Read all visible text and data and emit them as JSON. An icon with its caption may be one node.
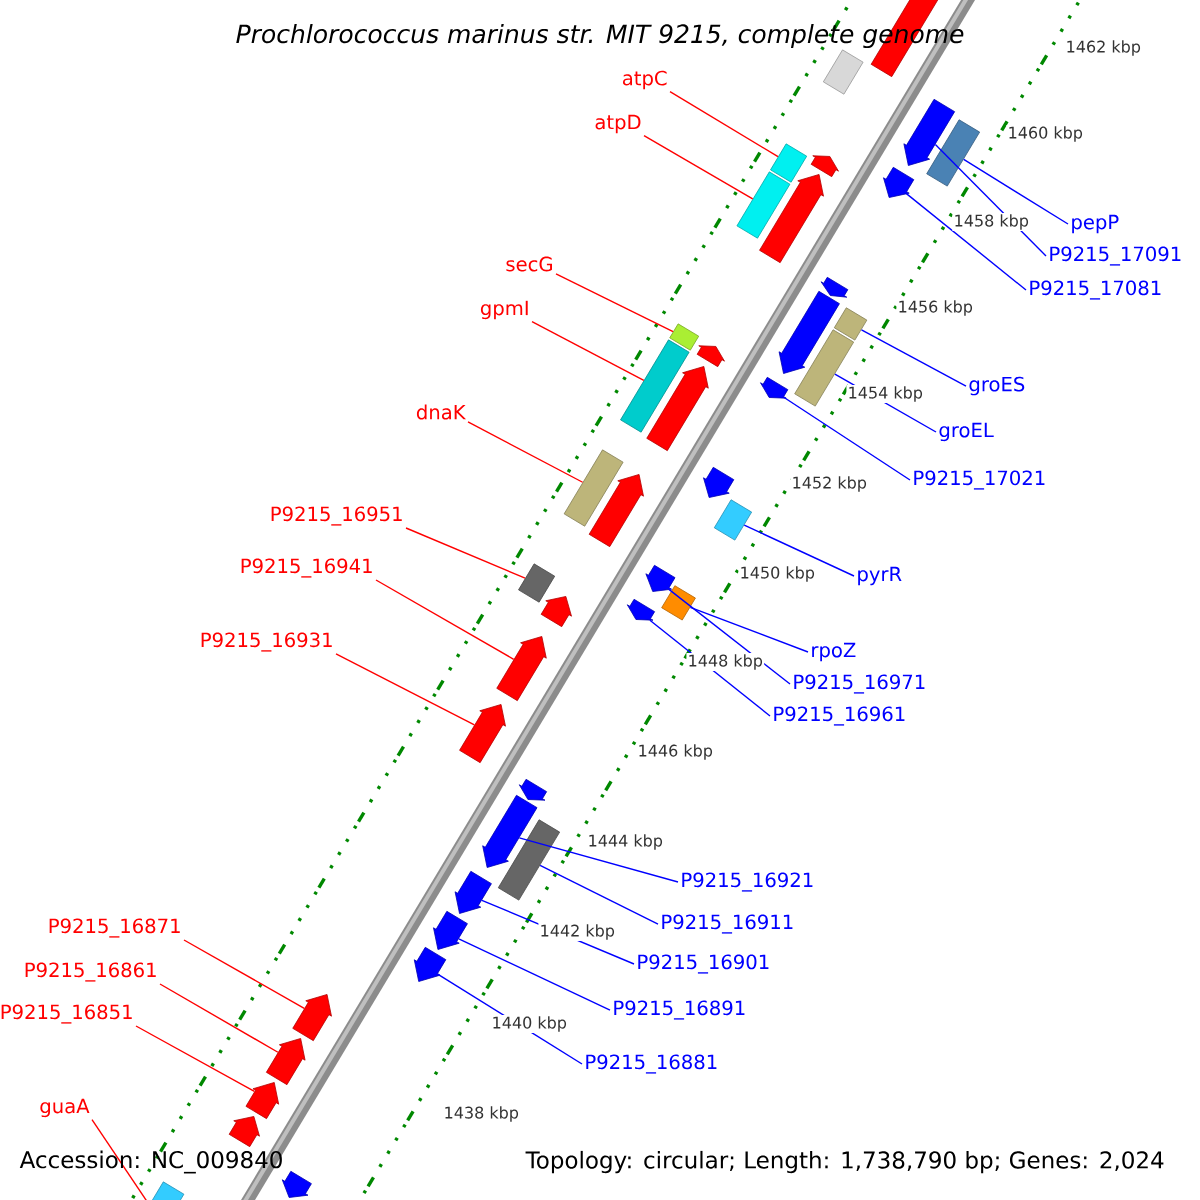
{
  "diagram": {
    "title": "Prochlorococcus marinus str. MIT 9215, complete genome",
    "nodes": [
      {
        "text": [
          "atpC"
        ]
      },
      {
        "text": [
          "atpD"
        ]
      },
      {
        "text": [
          "secG"
        ]
      },
      {
        "text": [
          "gpmI"
        ]
      },
      {
        "text": [
          "dnaK"
        ]
      },
      {
        "text": [
          "P9215_16951"
        ]
      },
      {
        "text": [
          "P9215_16941"
        ]
      },
      {
        "text": [
          "P9215_16931"
        ]
      },
      {
        "text": [
          "P9215_16871"
        ]
      },
      {
        "text": [
          "P9215_16861"
        ]
      },
      {
        "text": [
          "P9215_16851"
        ]
      },
      {
        "text": [
          "guaA"
        ]
      },
      {
        "text": [
          "pepP"
        ]
      },
      {
        "text": [
          "P9215_17091"
        ]
      },
      {
        "text": [
          "P9215_17081"
        ]
      },
      {
        "text": [
          "groES"
        ]
      },
      {
        "text": [
          "groEL"
        ]
      },
      {
        "text": [
          "P9215_17021"
        ]
      },
      {
        "text": [
          "pyrR"
        ]
      },
      {
        "text": [
          "rpoZ"
        ]
      },
      {
        "text": [
          "P9215_16971"
        ]
      },
      {
        "text": [
          "P9215_16961"
        ]
      },
      {
        "text": [
          "P9215_16921"
        ]
      },
      {
        "text": [
          "P9215_16911"
        ]
      },
      {
        "text": [
          "P9215_16901"
        ]
      },
      {
        "text": [
          "P9215_16891"
        ]
      },
      {
        "text": [
          "P9215_16881"
        ]
      },
      {
        "text": [],
        "shape": "box"
      },
      {
        "text": [],
        "shape": "arrow"
      },
      {
        "text": [],
        "shape": "box"
      },
      {
        "text": [],
        "shape": "box"
      },
      {
        "text": [],
        "shape": "arrow"
      },
      {
        "text": [],
        "shape": "arrow"
      },
      {
        "text": [],
        "shape": "box"
      },
      {
        "text": [],
        "shape": "box"
      },
      {
        "text": [],
        "shape": "arrow"
      },
      {
        "text": [],
        "shape": "arrow"
      },
      {
        "text": [],
        "shape": "box"
      },
      {
        "text": [],
        "shape": "arrow"
      },
      {
        "text": [],
        "shape": "box"
      },
      {
        "text": [],
        "shape": "arrow"
      },
      {
        "text": [],
        "shape": "arrow"
      },
      {
        "text": [],
        "shape": "arrow"
      },
      {
        "text": [],
        "shape": "arrow"
      },
      {
        "text": [],
        "shape": "arrow"
      },
      {
        "text": [],
        "shape": "arrow"
      },
      {
        "text": [],
        "shape": "arrow"
      },
      {
        "text": [],
        "shape": "box"
      },
      {
        "text": [],
        "shape": "arrow"
      },
      {
        "text": [],
        "shape": "arrow"
      },
      {
        "text": [],
        "shape": "box"
      },
      {
        "text": [],
        "shape": "arrow"
      },
      {
        "text": [],
        "shape": "arrow"
      },
      {
        "text": [],
        "shape": "arrow"
      },
      {
        "text": [],
        "shape": "box"
      },
      {
        "text": [],
        "shape": "box"
      },
      {
        "text": [],
        "shape": "arrow"
      },
      {
        "text": [],
        "shape": "box"
      },
      {
        "text": [],
        "shape": "arrow"
      },
      {
        "text": [],
        "shape": "arrow"
      },
      {
        "text": [],
        "shape": "box"
      },
      {
        "text": [],
        "shape": "arrow"
      },
      {
        "text": [],
        "shape": "arrow"
      },
      {
        "text": [],
        "shape": "arrow"
      },
      {
        "text": [],
        "shape": "arrow"
      },
      {
        "text": [],
        "shape": "arrow"
      },
      {
        "text": [],
        "shape": "box"
      },
      {
        "text": [],
        "shape": "arrow"
      }
    ],
    "edges": [
      {
        "from": 0,
        "to": 29,
        "arrow": "none",
        "color": "#ff0000"
      },
      {
        "from": 1,
        "to": 30,
        "arrow": "none",
        "color": "#ff0000"
      },
      {
        "from": 2,
        "to": 33,
        "arrow": "none",
        "color": "#ff0000"
      },
      {
        "from": 3,
        "to": 34,
        "arrow": "none",
        "color": "#ff0000"
      },
      {
        "from": 4,
        "to": 37,
        "arrow": "none",
        "color": "#ff0000"
      },
      {
        "from": 5,
        "to": 39,
        "arrow": "none",
        "color": "#ff0000"
      },
      {
        "from": 6,
        "to": 41,
        "arrow": "none",
        "color": "#ff0000"
      },
      {
        "from": 7,
        "to": 42,
        "arrow": "none",
        "color": "#ff0000"
      },
      {
        "from": 8,
        "to": 43,
        "arrow": "none",
        "color": "#ff0000"
      },
      {
        "from": 9,
        "to": 44,
        "arrow": "none",
        "color": "#ff0000"
      },
      {
        "from": 10,
        "to": 45,
        "arrow": "none",
        "color": "#ff0000"
      },
      {
        "from": 11,
        "to": 47,
        "arrow": "none",
        "color": "#ff0000"
      },
      {
        "from": 12,
        "to": 50,
        "arrow": "none"
      },
      {
        "from": 13,
        "to": 48,
        "arrow": "none"
      },
      {
        "from": 14,
        "to": 49,
        "arrow": "none"
      },
      {
        "from": 15,
        "to": 54,
        "arrow": "none"
      },
      {
        "from": 16,
        "to": 55,
        "arrow": "none"
      },
      {
        "from": 17,
        "to": 53,
        "arrow": "none"
      },
      {
        "from": 18,
        "to": 57,
        "arrow": "none"
      },
      {
        "from": 19,
        "to": 60,
        "arrow": "none"
      },
      {
        "from": 20,
        "to": 58,
        "arrow": "none"
      },
      {
        "from": 21,
        "to": 59,
        "arrow": "none"
      },
      {
        "from": 22,
        "to": 62,
        "arrow": "none"
      },
      {
        "from": 23,
        "to": 66,
        "arrow": "none"
      },
      {
        "from": 24,
        "to": 63,
        "arrow": "none"
      },
      {
        "from": 25,
        "to": 64,
        "arrow": "none"
      },
      {
        "from": 26,
        "to": 65,
        "arrow": "none"
      }
    ],
    "labels": [
      "1462 kbp",
      "1460 kbp",
      "1458 kbp",
      "1456 kbp",
      "1454 kbp",
      "1452 kbp",
      "1450 kbp",
      "1448 kbp",
      "1446 kbp",
      "1444 kbp",
      "1442 kbp",
      "1440 kbp",
      "1438 kbp",
      "Accession: NC_009840",
      "Topology: circular; Length: 1,738,790 bp; Genes: 2,024"
    ]
  }
}
